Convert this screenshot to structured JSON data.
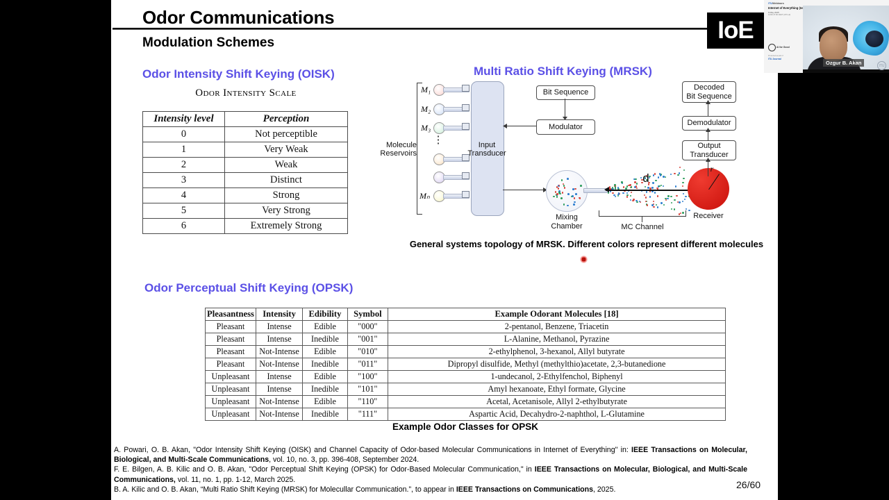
{
  "slide": {
    "title": "Odor Communications",
    "subtitle": "Modulation Schemes",
    "page_number": "26/60",
    "accent_color": "#5b50e6"
  },
  "oisk": {
    "heading": "Odor Intensity Shift Keying (OISK)",
    "table_caption": "Odor Intensity Scale",
    "headers": [
      "Intensity level",
      "Perception"
    ],
    "rows": [
      [
        "0",
        "Not perceptible"
      ],
      [
        "1",
        "Very Weak"
      ],
      [
        "2",
        "Weak"
      ],
      [
        "3",
        "Distinct"
      ],
      [
        "4",
        "Strong"
      ],
      [
        "5",
        "Very Strong"
      ],
      [
        "6",
        "Extremely Strong"
      ]
    ]
  },
  "mrsk": {
    "heading": "Multi Ratio Shift Keying (MRSK)",
    "caption": "General systems topology of MRSK. Different colors represent different molecules",
    "figure": {
      "reservoir_label_line1": "Molecule",
      "reservoir_label_line2": "Reservoirs",
      "molecules": [
        "M₁",
        "M₂",
        "M₃",
        "Mₙ"
      ],
      "input_transducer": "Input\nTransducer",
      "input_transducer_line1": "Input",
      "input_transducer_line2": "Transducer",
      "bit_sequence": "Bit Sequence",
      "modulator": "Modulator",
      "mixing_chamber": "Mixing Chamber",
      "mc_channel": "MC Channel",
      "distance_label": "d",
      "radius_label": "r",
      "receiver": "Receiver",
      "output_transducer_line1": "Output",
      "output_transducer_line2": "Transducer",
      "demodulator": "Demodulator",
      "decoded_line1": "Decoded",
      "decoded_line2": "Bit Sequence"
    }
  },
  "opsk": {
    "heading": "Odor Perceptual Shift Keying (OPSK)",
    "caption": "Example Odor Classes for OPSK",
    "headers": [
      "Pleasantness",
      "Intensity",
      "Edibility",
      "Symbol",
      "Example Odorant Molecules [18]"
    ],
    "rows": [
      [
        "Pleasant",
        "Intense",
        "Edible",
        "\"000\"",
        "2-pentanol, Benzene, Triacetin"
      ],
      [
        "Pleasant",
        "Intense",
        "Inedible",
        "\"001\"",
        "L-Alanine, Methanol, Pyrazine"
      ],
      [
        "Pleasant",
        "Not-Intense",
        "Edible",
        "\"010\"",
        "2-ethylphenol, 3-hexanol, Allyl butyrate"
      ],
      [
        "Pleasant",
        "Not-Intense",
        "Inedible",
        "\"011\"",
        "Dipropyl disulfide, Methyl (methylthio)acetate, 2,3-butanedione"
      ],
      [
        "Unpleasant",
        "Intense",
        "Edible",
        "\"100\"",
        "1-undecanol, 2-Ethylfenchol, Biphenyl"
      ],
      [
        "Unpleasant",
        "Intense",
        "Inedible",
        "\"101\"",
        "Amyl hexanoate, Ethyl formate, Glycine"
      ],
      [
        "Unpleasant",
        "Not-Intense",
        "Edible",
        "\"110\"",
        "Acetal, Acetanisole, Allyl 2-ethylbutyrate"
      ],
      [
        "Unpleasant",
        "Not-Intense",
        "Inedible",
        "\"111\"",
        "Aspartic Acid, Decahydro-2-naphthol, L-Glutamine"
      ]
    ]
  },
  "references": [
    {
      "p1": "A. Powari, O. B. Akan, \"Odor Intensity Shift Keying (OISK) and Channel Capacity of Odor-based Molecular Communications in Internet of Everything\" in: ",
      "b1": "IEEE Transactions on Molecular, Biological, and Multi-Scale Communications",
      "p2": ", vol. 10, no. 3, pp. 396-408, September 2024."
    },
    {
      "p1": "F. E. Bilgen, A. B. Kilic and O. B. Akan, \"Odor Perceptual Shift Keying (OPSK) for Odor-Based Molecular Communication,\" in ",
      "b1": "IEEE Transactions on Molecular, Biological, and Multi-Scale Communications,",
      "p2": " vol. 11, no. 1, pp. 1-12, March 2025."
    },
    {
      "p1": "B. A. Kilic and O. B. Akan, “Multi Ratio Shift Keying (MRSK) for Molecullar Communication.”, to appear in ",
      "b1": "IEEE Transactions on Communications",
      "p2": ", 2025."
    }
  ],
  "overlay": {
    "logo_text": "IoE",
    "webinar_brand_itu": "ITU",
    "webinar_brand_rest": "Webinars",
    "webinar_title": "Internet of Everything (IoE): From molecules to the universe",
    "webinar_date": "6 May 2025",
    "webinar_time": "14:00-17:00 CEST (UTC+2)",
    "ai_for_good": "AI for Good",
    "journal_prefix": "Presented as part of",
    "journal_brand": "ITU Journal",
    "speaker_name": "Ozgur B. Akan",
    "itu_mark": "ITU"
  }
}
